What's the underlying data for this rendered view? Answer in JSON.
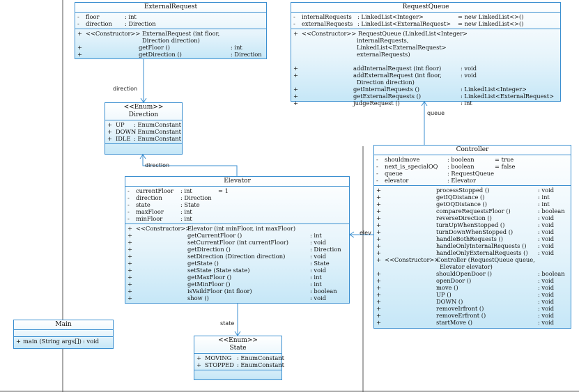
{
  "external_request": {
    "title": "ExternalRequest",
    "attributes": [
      {
        "v": "-",
        "n": "floor",
        "t": ": int"
      },
      {
        "v": "-",
        "n": "direction",
        "t": ": Direction"
      }
    ],
    "ops": [
      {
        "v": "+",
        "a": "<<Constructor>> ExternalRequest (int floor,"
      },
      {
        "v": "",
        "a": "Direction direction)"
      },
      {
        "v": "+",
        "a": "getFloor ()",
        "t": ": int"
      },
      {
        "v": "+",
        "a": "getDirection ()",
        "t": ": Direction"
      }
    ]
  },
  "request_queue": {
    "title": "RequestQueue",
    "attributes": [
      {
        "v": "-",
        "n": "internalRequests",
        "t": ": LinkedList<Integer>",
        "d": "= new LinkedList<>()"
      },
      {
        "v": "-",
        "n": "externalRequests",
        "t": ": LinkedList<ExternalRequest>",
        "d": "= new LinkedList<>()"
      }
    ],
    "ops": [
      {
        "v": "+",
        "a": "<<Constructor>> RequestQueue (LinkedList<Integer>"
      },
      {
        "v": "",
        "a": "internalRequests,"
      },
      {
        "v": "",
        "a": "LinkedList<ExternalRequest>"
      },
      {
        "v": "",
        "a": "externalRequests)"
      },
      {
        "v": "",
        "a": ""
      },
      {
        "v": "+",
        "a": "addInternalRequest (int floor)",
        "t": ": void"
      },
      {
        "v": "+",
        "a": "addExternalRequest (int floor,",
        "t": ": void"
      },
      {
        "v": "",
        "a": "Direction direction)"
      },
      {
        "v": "+",
        "a": "getInternalRequests ()",
        "t": ": LinkedList<Integer>"
      },
      {
        "v": "+",
        "a": "getExternalRequests ()",
        "t": ": LinkedList<ExternalRequest>"
      },
      {
        "v": "+",
        "a": "judgeRequest ()",
        "t": ": int"
      }
    ]
  },
  "direction_enum": {
    "stereotype": "<<Enum>>",
    "title": "Direction",
    "constants": [
      {
        "v": "+",
        "n": "UP",
        "t": ": EnumConstant"
      },
      {
        "v": "+",
        "n": "DOWN",
        "t": ": EnumConstant"
      },
      {
        "v": "+",
        "n": "IDLE",
        "t": ": EnumConstant"
      }
    ]
  },
  "controller": {
    "title": "Controller",
    "attributes": [
      {
        "v": "-",
        "n": "shouldmove",
        "t": ": boolean",
        "d": "= true"
      },
      {
        "v": "-",
        "n": "next_is_specialOQ",
        "t": ": boolean",
        "d": "= false"
      },
      {
        "v": "-",
        "n": "queue",
        "t": ": RequestQueue",
        "d": ""
      },
      {
        "v": "-",
        "n": "elevator",
        "t": ": Elevator",
        "d": ""
      }
    ],
    "ops": [
      {
        "v": "+",
        "p": "",
        "a": "processStopped ()",
        "t": ": void"
      },
      {
        "v": "+",
        "p": "",
        "a": "getIQDistance ()",
        "t": ": int"
      },
      {
        "v": "+",
        "p": "",
        "a": "getOQDistance ()",
        "t": ": int"
      },
      {
        "v": "+",
        "p": "",
        "a": "compareRequestsFloor ()",
        "t": ": boolean"
      },
      {
        "v": "+",
        "p": "",
        "a": "reverseDirection ()",
        "t": ": void"
      },
      {
        "v": "+",
        "p": "",
        "a": "turnUpWhenStopped ()",
        "t": ": void"
      },
      {
        "v": "+",
        "p": "",
        "a": "turnDownWhenStopped ()",
        "t": ": void"
      },
      {
        "v": "+",
        "p": "",
        "a": "handleBothRequests ()",
        "t": ": void"
      },
      {
        "v": "+",
        "p": "",
        "a": "handleOnlyInternalRequests ()",
        "t": ": void"
      },
      {
        "v": "+",
        "p": "",
        "a": "handleOnlyExternalRequests ()",
        "t": ": void"
      },
      {
        "v": "+",
        "p": "<<Constructor>>",
        "a": "Controller (RequestQueue queue,",
        "t": ""
      },
      {
        "v": "",
        "p": "",
        "a": "Elevator elevator)",
        "t": ""
      },
      {
        "v": "+",
        "p": "",
        "a": "shouldOpenDoor ()",
        "t": ": boolean"
      },
      {
        "v": "+",
        "p": "",
        "a": "openDoor ()",
        "t": ": void"
      },
      {
        "v": "+",
        "p": "",
        "a": "move ()",
        "t": ": void"
      },
      {
        "v": "+",
        "p": "",
        "a": "UP ()",
        "t": ": void"
      },
      {
        "v": "+",
        "p": "",
        "a": "DOWN ()",
        "t": ": void"
      },
      {
        "v": "+",
        "p": "",
        "a": "removeIrfront ()",
        "t": ": void"
      },
      {
        "v": "+",
        "p": "",
        "a": "removeErfront ()",
        "t": ": void"
      },
      {
        "v": "+",
        "p": "",
        "a": "startMove ()",
        "t": ": void"
      }
    ]
  },
  "elevator": {
    "title": "Elevator",
    "attributes": [
      {
        "v": "-",
        "n": "currentFloor",
        "t": ": int",
        "d": "= 1"
      },
      {
        "v": "-",
        "n": "direction",
        "t": ": Direction",
        "d": ""
      },
      {
        "v": "-",
        "n": "state",
        "t": ": State",
        "d": ""
      },
      {
        "v": "-",
        "n": "maxFloor",
        "t": ": int",
        "d": ""
      },
      {
        "v": "-",
        "n": "minFloor",
        "t": ": int",
        "d": ""
      }
    ],
    "ops": [
      {
        "v": "+",
        "p": "<<Constructor>>",
        "a": "Elevator (int minFloor, int maxFloor)",
        "t": ""
      },
      {
        "v": "+",
        "p": "",
        "a": "getCurrentFloor ()",
        "t": ": int"
      },
      {
        "v": "+",
        "p": "",
        "a": "setCurrentFloor (int currentFloor)",
        "t": ": void"
      },
      {
        "v": "+",
        "p": "",
        "a": "getDirection ()",
        "t": ": Direction"
      },
      {
        "v": "+",
        "p": "",
        "a": "setDirection (Direction direction)",
        "t": ": void"
      },
      {
        "v": "+",
        "p": "",
        "a": "getState ()",
        "t": ": State"
      },
      {
        "v": "+",
        "p": "",
        "a": "setState (State state)",
        "t": ": void"
      },
      {
        "v": "+",
        "p": "",
        "a": "getMaxFloor ()",
        "t": ": int"
      },
      {
        "v": "+",
        "p": "",
        "a": "getMinFloor ()",
        "t": ": int"
      },
      {
        "v": "+",
        "p": "",
        "a": "isVaildFloor (int floor)",
        "t": ": boolean"
      },
      {
        "v": "+",
        "p": "",
        "a": "show ()",
        "t": ": void"
      }
    ]
  },
  "main": {
    "title": "Main",
    "ops": [
      {
        "v": "+",
        "a": "main (String args[])",
        "t": ": void"
      }
    ]
  },
  "state_enum": {
    "stereotype": "<<Enum>>",
    "title": "State",
    "constants": [
      {
        "v": "+",
        "n": "MOVING",
        "t": ": EnumConstant"
      },
      {
        "v": "+",
        "n": "STOPPED",
        "t": ": EnumConstant"
      }
    ]
  },
  "edge_labels": {
    "er_direction": "direction",
    "el_direction": "direction",
    "queue": "queue",
    "elevator": "elev",
    "state": "state"
  },
  "colors": {
    "border": "#3b8fd0",
    "fill_top": "#ffffff",
    "fill_bottom": "#c6e7f7",
    "line": "#3b8fd0"
  }
}
